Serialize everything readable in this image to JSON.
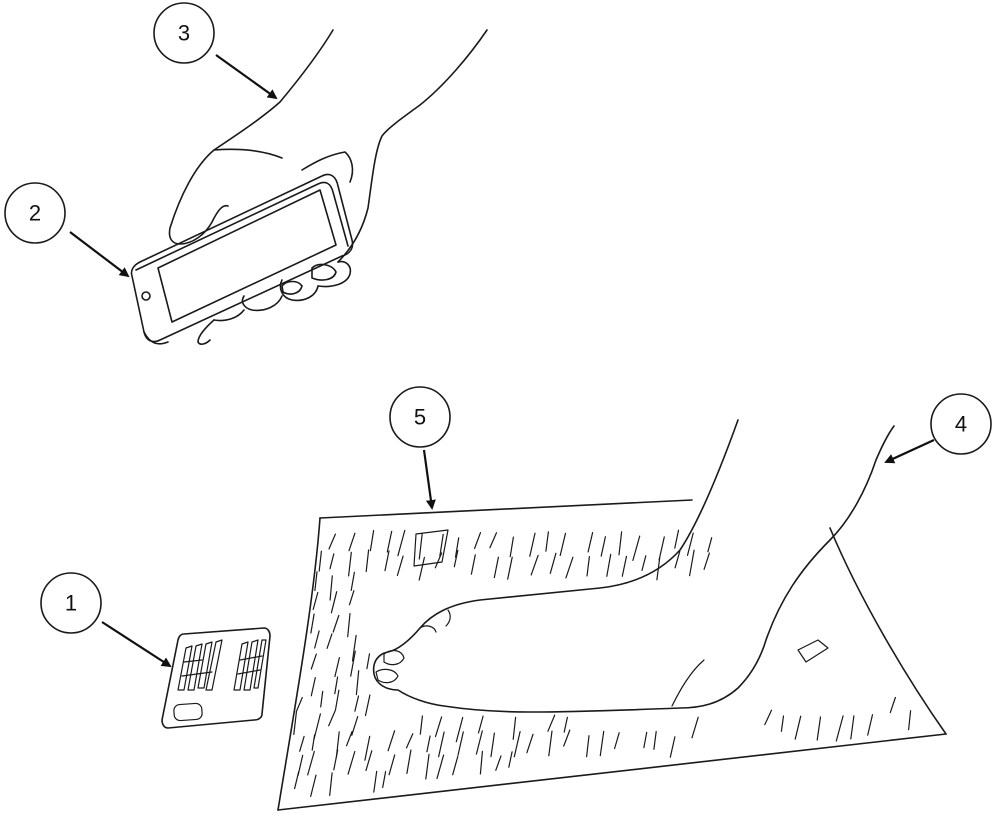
{
  "callouts": {
    "c1": "1",
    "c2": "2",
    "c3": "3",
    "c4": "4",
    "c5": "5"
  },
  "colors": {
    "ink": "#1a1a1a",
    "background": "#ffffff"
  }
}
